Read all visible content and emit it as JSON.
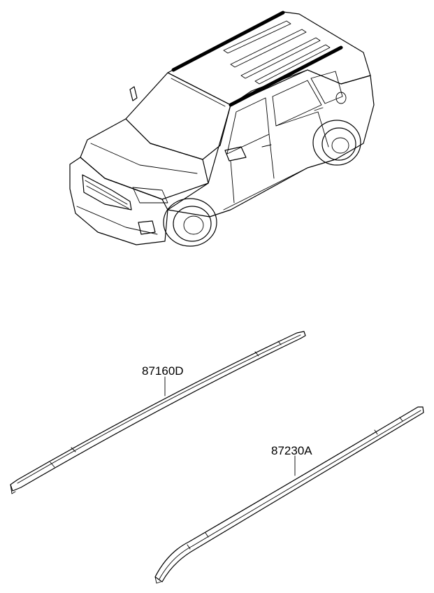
{
  "parts": [
    {
      "id": "rail-left",
      "label": "87160D"
    },
    {
      "id": "rail-right",
      "label": "87230A"
    }
  ],
  "colors": {
    "line": "#000000",
    "background": "#ffffff"
  }
}
